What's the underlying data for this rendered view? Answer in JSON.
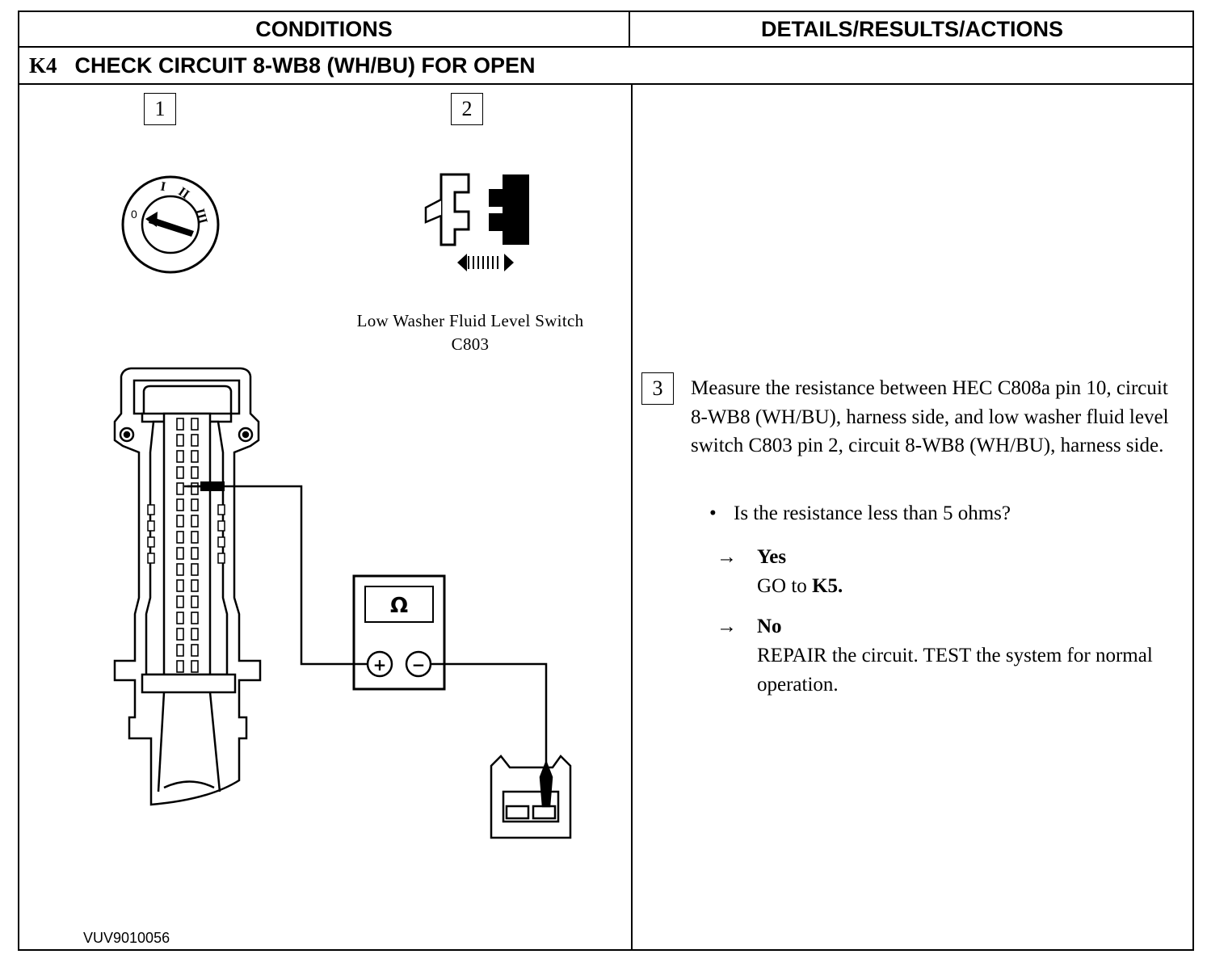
{
  "table": {
    "header_left": "CONDITIONS",
    "header_right": "DETAILS/RESULTS/ACTIONS"
  },
  "step": {
    "id": "K4",
    "title": "CHECK CIRCUIT 8-WB8 (WH/BU) FOR OPEN"
  },
  "illustration": {
    "callout_1": "1",
    "callout_2": "2",
    "switch_label_line1": "Low Washer Fluid Level Switch",
    "switch_label_line2": "C803",
    "meter_symbol": "Ω",
    "meter_plus": "+",
    "meter_minus": "−",
    "ignition_positions": [
      "0",
      "I",
      "II",
      "III"
    ],
    "figure_id": "VUV9010056",
    "icons": [
      "ignition-switch-icon",
      "connector-disconnect-icon",
      "ohmmeter-icon",
      "harness-connector-icon",
      "switch-connector-icon"
    ]
  },
  "details": {
    "callout_3": "3",
    "instruction": "Measure the resistance between HEC C808a pin 10, circuit 8-WB8 (WH/BU), harness side, and low washer fluid level switch C803 pin 2, circuit 8-WB8 (WH/BU), harness side.",
    "question": "Is the resistance less than 5 ohms?",
    "yes_label": "Yes",
    "yes_action_prefix": "GO to",
    "yes_action_target": "K5.",
    "no_label": "No",
    "no_action": "REPAIR the circuit. TEST the system for normal operation.",
    "arrow": "→",
    "bullet": "•"
  }
}
